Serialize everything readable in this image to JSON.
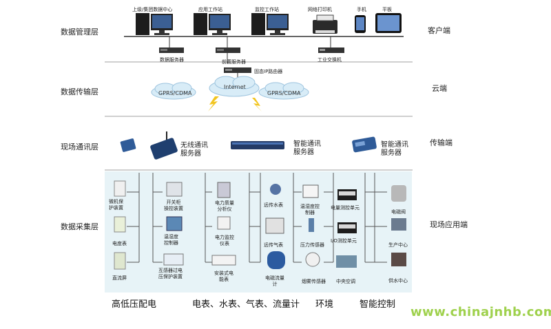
{
  "layers": {
    "management": "数据管理层",
    "transport": "数据传输层",
    "field_comm": "现场通讯层",
    "acquisition": "数据采集层"
  },
  "ends": {
    "client": "客户端",
    "cloud": "云端",
    "transmission": "传输端",
    "field_app": "现场应用端"
  },
  "management": {
    "workstations": [
      "上级/集团数据中心",
      "应用工作站",
      "监控工作站",
      "网络打印机",
      "手机",
      "平板"
    ],
    "servers": [
      "数据服务器",
      "前置服务器",
      "工业交换机"
    ],
    "router": "固态IP路由器"
  },
  "transport": {
    "clouds": [
      "GPRS/CDMA",
      "Internet",
      "GPRS/CDMA"
    ]
  },
  "field_comm": {
    "wireless": "无线通讯\n服务器",
    "smart_left": "智能通讯\n服务器",
    "smart_right": "智能通讯\n服务器"
  },
  "acquisition": {
    "col1": [
      "微机保\n护装置",
      "电度表",
      "直流屏"
    ],
    "col2": [
      "开关柜\n操控装置",
      "温湿度\n控制器",
      "互感器过电\n压保护装置"
    ],
    "col3": [
      "电力质量\n分析仪",
      "电力监控\n仪表",
      "安装式电\n能表"
    ],
    "col4": [
      "远传水表",
      "远传气表",
      "电磁流量\n计"
    ],
    "col5": [
      "温湿度控\n制器",
      "压力传感器",
      "烟雾传感器"
    ],
    "col6": [
      "电量测控单元",
      "I/O测控单元",
      "中央空调"
    ],
    "col7": [
      "电磁阀",
      "生产中心",
      "供水中心"
    ]
  },
  "bottom": {
    "power": "高低压配电",
    "meters": "电表、水表、气表、流量计",
    "env": "环境",
    "control": "智能控制"
  },
  "watermark": "www.chinajnhb.com"
}
